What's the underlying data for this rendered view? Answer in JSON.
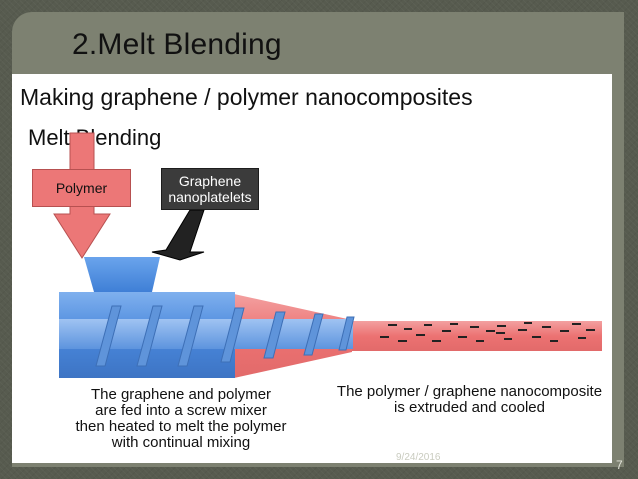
{
  "slide": {
    "title": "2.Melt Blending",
    "date": "9/24/2016",
    "page_number": "7"
  },
  "figure": {
    "heading": "Making graphene / polymer nanocomposites",
    "subheading": "Melt Blending",
    "polymer_label": "Polymer",
    "graphene_label_line1": "Graphene",
    "graphene_label_line2": "nanoplatelets",
    "left_caption": [
      "The graphene and polymer",
      "are fed into a screw mixer",
      "then heated to melt the polymer",
      "with continual mixing"
    ],
    "right_caption": [
      "The polymer / graphene nanocomposite",
      "is extruded and cooled"
    ]
  },
  "colors": {
    "background": "#575b4f",
    "title_panel": "#7d8171",
    "polymer_red": "#ec7777",
    "graphene_dark": "#3b3b3b",
    "barrel_blue": "#4f8fe0"
  }
}
